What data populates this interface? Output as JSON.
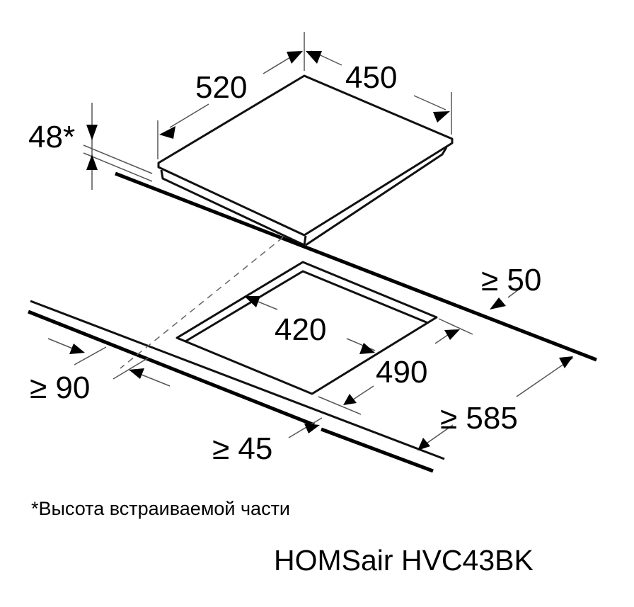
{
  "dimensions": {
    "hob_depth": "520",
    "hob_width": "450",
    "hob_height": "48*",
    "rear_clearance": "≥ 50",
    "cutout_width": "420",
    "cutout_depth": "490",
    "side_clearance": "≥ 90",
    "worktop_depth": "≥ 585",
    "front_clearance": "≥ 45"
  },
  "footnote": "*Высота встраиваемой части",
  "model_title": "HOMSair HVC43BK"
}
